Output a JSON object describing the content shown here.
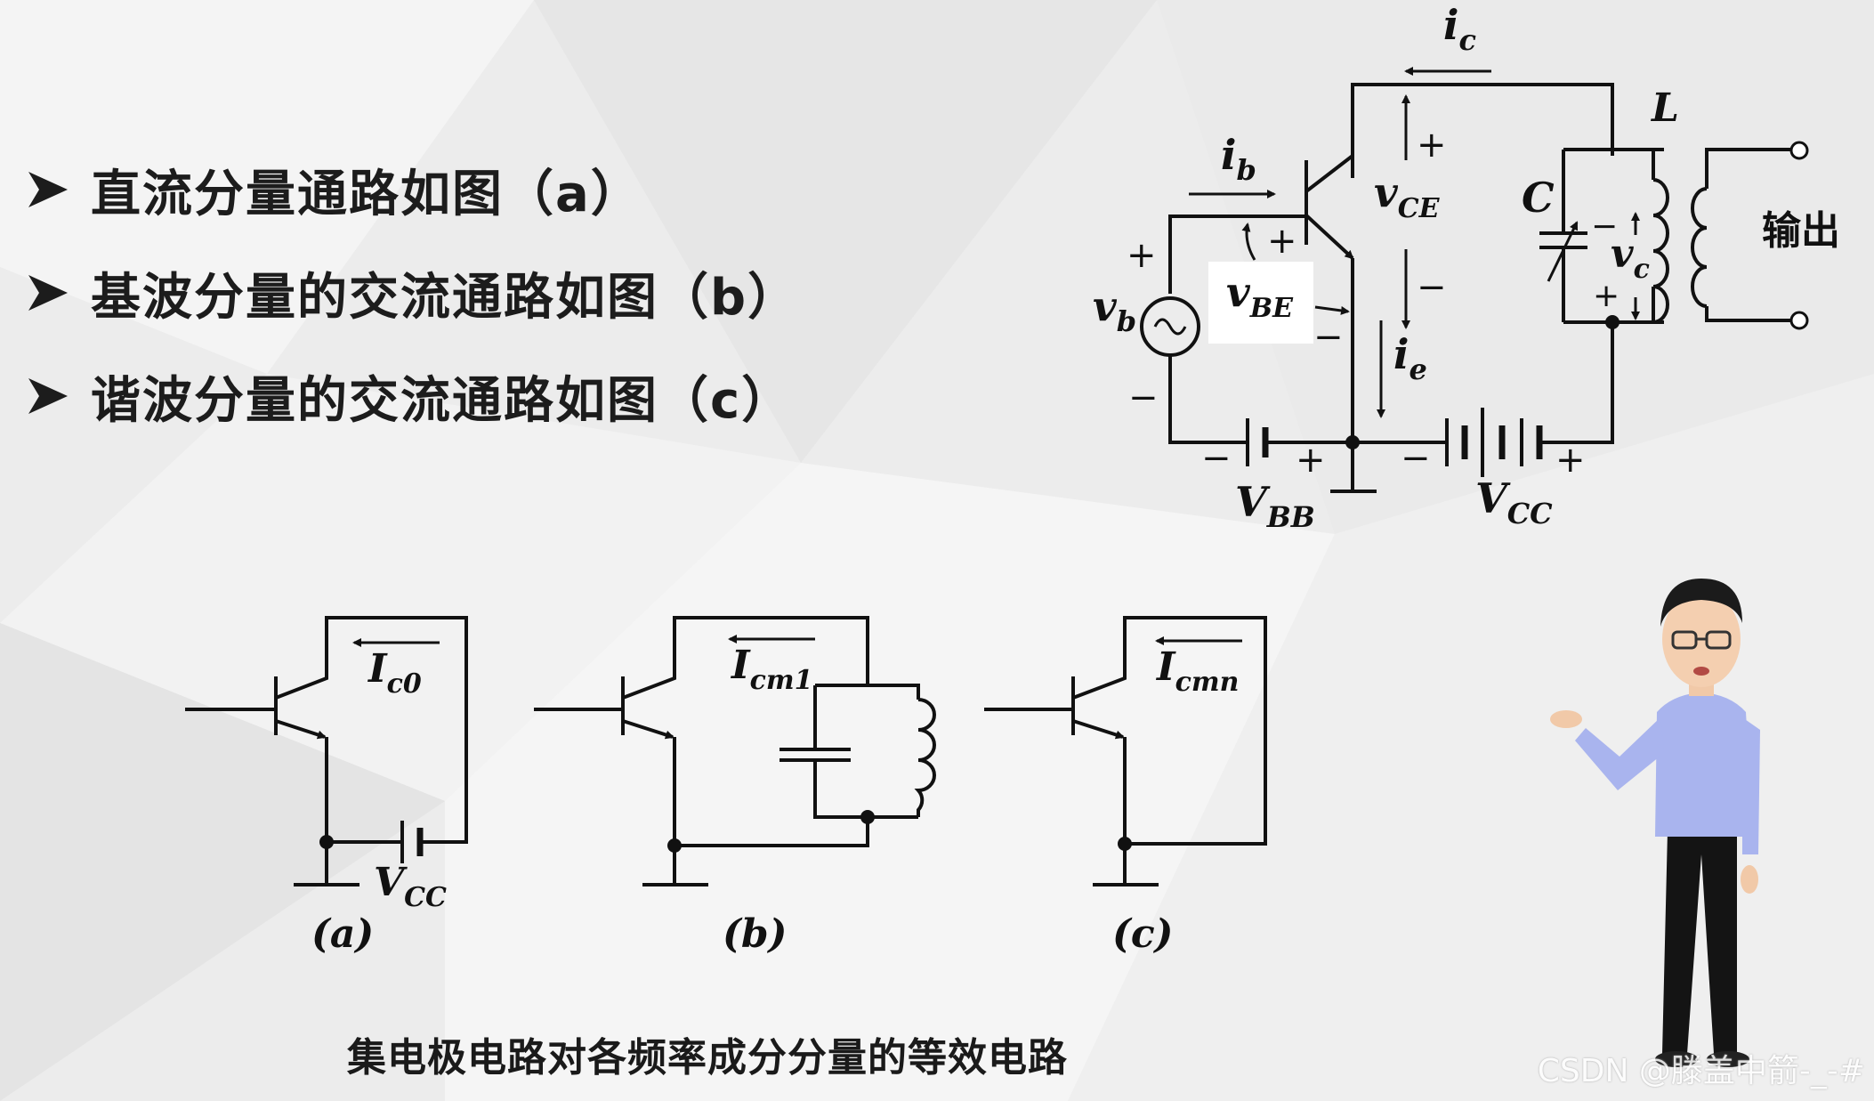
{
  "bullets": [
    "直流分量通路如图（a）",
    "基波分量的交流通路如图（b）",
    "谐波分量的交流通路如图（c）"
  ],
  "main_circuit": {
    "labels": {
      "ic_main": "i",
      "ic_sub": "c",
      "ib_main": "i",
      "ib_sub": "b",
      "ie_main": "i",
      "ie_sub": "e",
      "vce_main": "v",
      "vce_sub": "CE",
      "vbe_main": "v",
      "vbe_sub": "BE",
      "vb_main": "v",
      "vb_sub": "b",
      "vc_main": "v",
      "vc_sub": "c",
      "vbb_main": "V",
      "vbb_sub": "BB",
      "vcc_main": "V",
      "vcc_sub": "CC",
      "C": "C",
      "L": "L",
      "output": "输出"
    },
    "signs": {
      "plus": "+",
      "minus": "−"
    }
  },
  "sub_circuits": [
    {
      "tag": "(a)",
      "current_main": "I",
      "current_sub": "c0",
      "supply_main": "V",
      "supply_sub": "CC"
    },
    {
      "tag": "(b)",
      "current_main": "I",
      "current_sub": "cm1"
    },
    {
      "tag": "(c)",
      "current_main": "I",
      "current_sub": "cmn"
    }
  ],
  "caption": "集电极电路对各频率成分分量的等效电路",
  "watermark": "CSDN @滕盖中箭-_-#",
  "colors": {
    "background": "#eeeeee",
    "line": "#111111",
    "presenter_shirt": "#a9b4ee"
  }
}
